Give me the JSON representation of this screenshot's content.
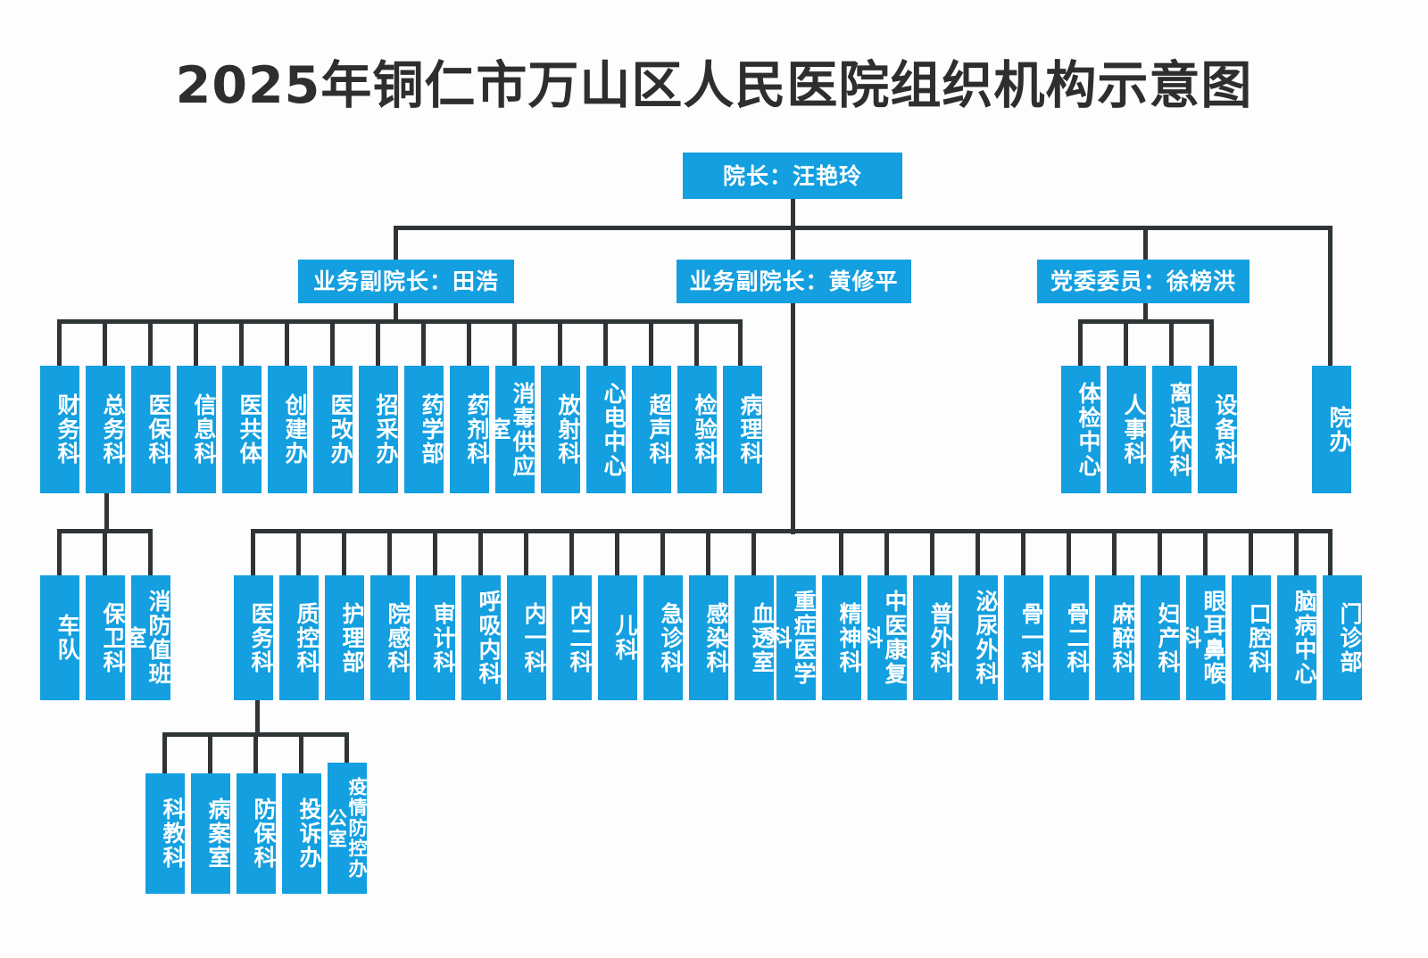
{
  "title": "2025年铜仁市万山区人民医院组织机构示意图",
  "colors": {
    "node_fill": "#139fe0",
    "node_text": "#ffffff",
    "line": "#2f3437",
    "title_text": "#2e2e2e",
    "background": "#fdfdfd"
  },
  "org": {
    "root": {
      "label": "院长：汪艳玲"
    },
    "level2": [
      {
        "label": "业务副院长：田浩"
      },
      {
        "label": "业务副院长：黄修平"
      },
      {
        "label": "党委委员：徐榜洪"
      }
    ],
    "admin_departments": [
      {
        "label": "财务科"
      },
      {
        "label": "总务科"
      },
      {
        "label": "医保科"
      },
      {
        "label": "信息科"
      },
      {
        "label": "医共体"
      },
      {
        "label": "创建办"
      },
      {
        "label": "医改办"
      },
      {
        "label": "招采办"
      },
      {
        "label": "药学部"
      },
      {
        "label": "药剂科"
      },
      {
        "label": "消毒供应室"
      },
      {
        "label": "放射科"
      },
      {
        "label": "心电中心"
      },
      {
        "label": "超声科"
      },
      {
        "label": "检验科"
      },
      {
        "label": "病理科"
      }
    ],
    "party_departments": [
      {
        "label": "体检中心"
      },
      {
        "label": "人事科"
      },
      {
        "label": "离退休科"
      },
      {
        "label": "设备科"
      }
    ],
    "direct_departments": [
      {
        "label": "院办"
      }
    ],
    "general_affairs_children": [
      {
        "label": "车队"
      },
      {
        "label": "保卫科"
      },
      {
        "label": "消防值班室"
      }
    ],
    "clinical_departments": [
      {
        "label": "医务科"
      },
      {
        "label": "质控科"
      },
      {
        "label": "护理部"
      },
      {
        "label": "院感科"
      },
      {
        "label": "审计科"
      },
      {
        "label": "呼吸内科"
      },
      {
        "label": "内一科"
      },
      {
        "label": "内二科"
      },
      {
        "label": "儿科"
      },
      {
        "label": "急诊科"
      },
      {
        "label": "感染科"
      },
      {
        "label": "血透室"
      },
      {
        "label": "重症医学科"
      },
      {
        "label": "精神科"
      },
      {
        "label": "中医康复科"
      },
      {
        "label": "普外科"
      },
      {
        "label": "泌尿外科"
      },
      {
        "label": "骨一科"
      },
      {
        "label": "骨二科"
      },
      {
        "label": "麻醉科"
      },
      {
        "label": "妇产科"
      },
      {
        "label": "眼耳鼻喉科"
      },
      {
        "label": "口腔科"
      },
      {
        "label": "脑病中心"
      },
      {
        "label": "门诊部"
      }
    ],
    "medical_affairs_children": [
      {
        "label": "科教科"
      },
      {
        "label": "病案室"
      },
      {
        "label": "防保科"
      },
      {
        "label": "投诉办"
      },
      {
        "label": "疫情防控办公室"
      }
    ]
  }
}
